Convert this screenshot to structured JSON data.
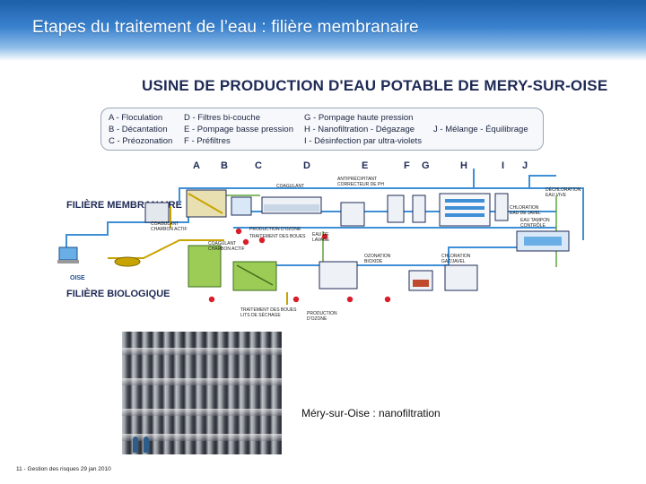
{
  "slide": {
    "title": "Etapes du traitement de l’eau : filière membranaire",
    "footer": "11 - Gestion des risques 29 jan 2010"
  },
  "diagram": {
    "title": "USINE DE PRODUCTION D'EAU POTABLE DE MERY-SUR-OISE",
    "legend": {
      "col1": [
        "A - Floculation",
        "B - Décantation",
        "C - Préozonation"
      ],
      "col2": [
        "D - Filtres bi-couche",
        "E - Pompage basse pression",
        "F - Préfiltres"
      ],
      "col3": [
        "G - Pompage haute pression",
        "H - Nanofiltration - Dégazage",
        "I - Désinfection par ultra-violets"
      ],
      "col4": [
        "J - Mélange - Équilibrage"
      ]
    },
    "stage_letters": [
      "A",
      "B",
      "C",
      "D",
      "E",
      "F",
      "G",
      "H",
      "I",
      "J"
    ],
    "rows": {
      "membrane": "FILIÈRE MEMBRANAIRE",
      "biological": "FILIÈRE BIOLOGIQUE"
    },
    "small_labels": {
      "coagulant_top": "COAGULANT",
      "coagulant_left": "COAGULANT\nCHARBON ACTIF",
      "coagulant_mid": "COAGULANT\nCHARBON ACTIF",
      "antiprecipitant": "ANTIPRÉCIPITANT\nCORRECTEUR DE PH",
      "production_ozone_1": "PRODUCTION D'OZONE",
      "traitement_boues": "TRAITEMENT DES BOUES",
      "eau_lavage": "EAU DE\nLAVAGE",
      "traitement_boues_sechage": "TRAITEMENT DES BOUES\nLITS DE SÉCHAGE",
      "production_ozone_2": "PRODUCTION\nD'OZONE",
      "ozonation": "OZONATION\nBIOXIDE",
      "chloration": "CHLORATION\nGAZ/JAVEL",
      "dechloration": "DÉCHLORATION\nEAU VIVE",
      "chloration_finale": "CHLORATION\nEAU DE JAVEL",
      "eau_tampon": "EAU TAMPON\nCONTRÔLE",
      "oise": "OISE"
    }
  },
  "photo": {
    "caption": "Méry-sur-Oise : nanofiltration"
  },
  "colors": {
    "header_top": "#1d5fa8",
    "header_bottom": "#8fbde8",
    "water_line": "#3e8fd6",
    "sludge_line": "#c9a400",
    "tank_green": "#9ccc55",
    "ozone_red": "#d81e2a"
  }
}
